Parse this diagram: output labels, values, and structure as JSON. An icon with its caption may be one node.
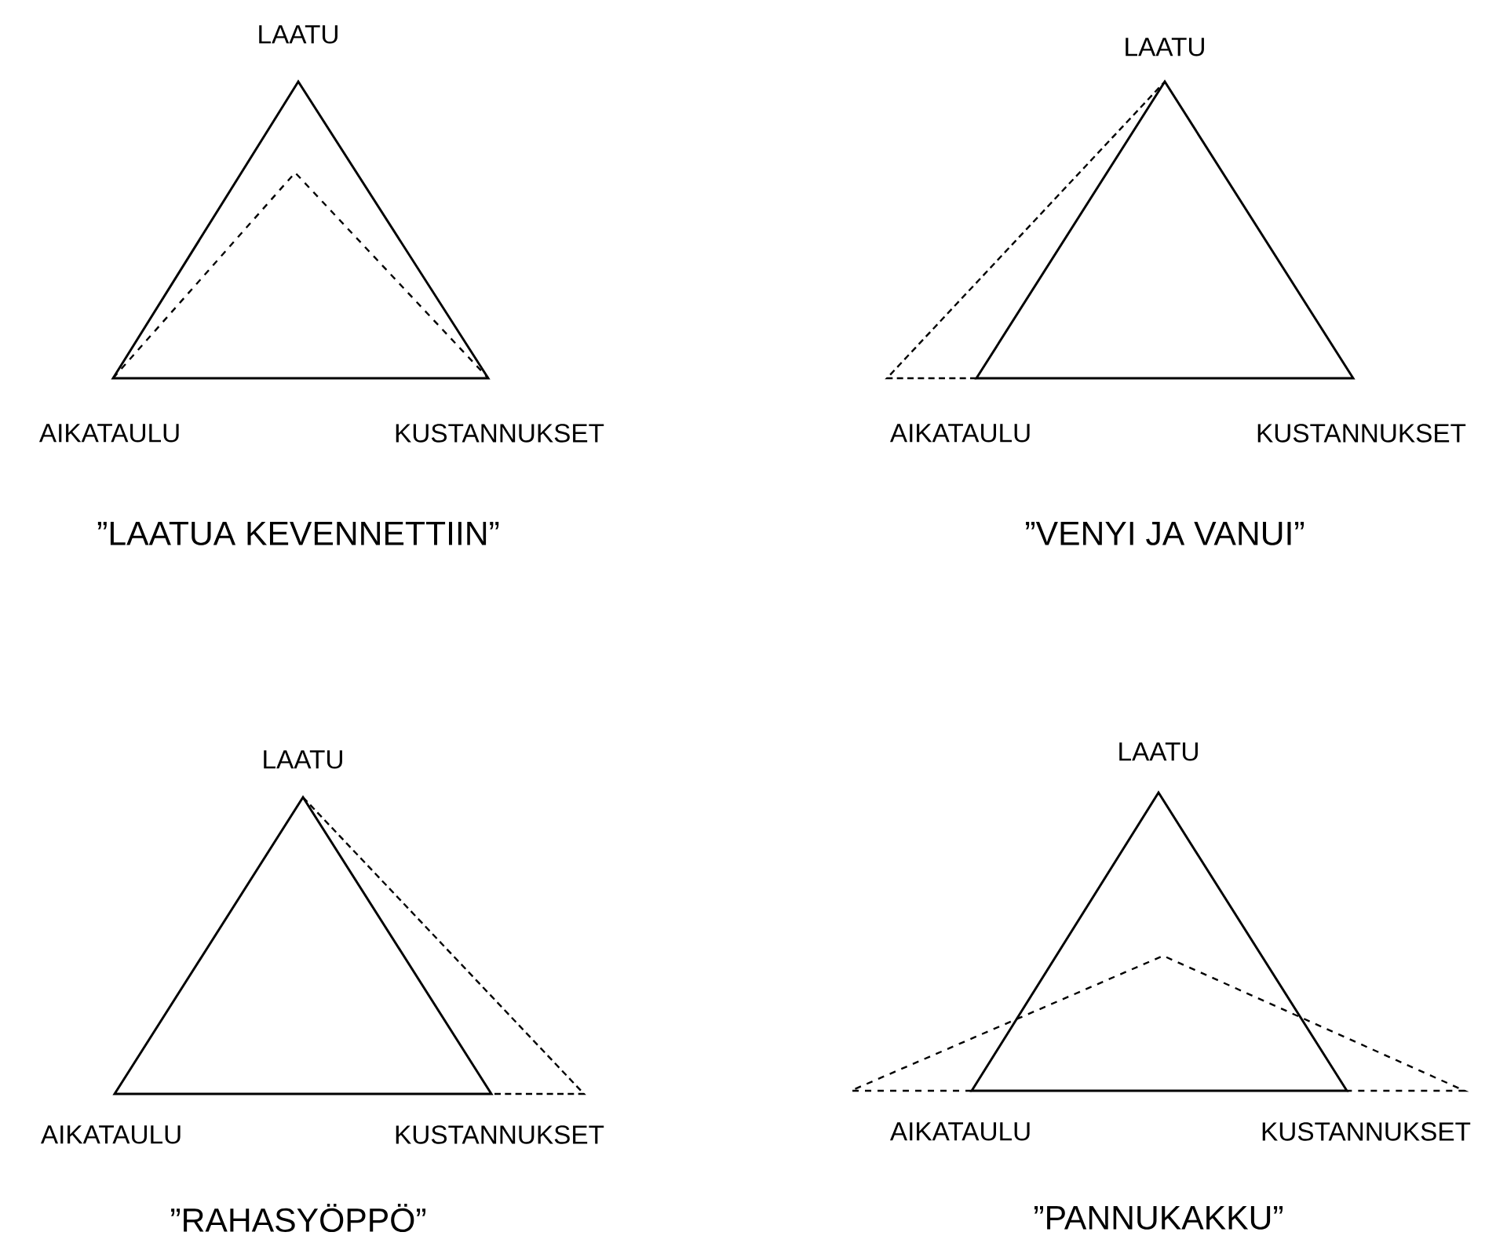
{
  "diagram": {
    "nodes": [
      {
        "text": [],
        "shape": "triangle",
        "beside": [
          "LAATU",
          "AIKATAULU",
          "KUSTANNUKSET",
          "”LAATUA KEVENNETTIIN”"
        ]
      },
      {
        "text": [],
        "shape": "triangle",
        "beside": [
          "LAATU",
          "AIKATAULU",
          "KUSTANNUKSET",
          "”VENYI JA VANUI”"
        ]
      },
      {
        "text": [],
        "shape": "triangle",
        "beside": [
          "LAATU",
          "AIKATAULU",
          "KUSTANNUKSET",
          "”RAHASYÖPPÖ”"
        ]
      },
      {
        "text": [],
        "shape": "triangle",
        "beside": [
          "LAATU",
          "AIKATAULU",
          "KUSTANNUKSET",
          "”PANNUKAKKU”"
        ]
      }
    ]
  }
}
